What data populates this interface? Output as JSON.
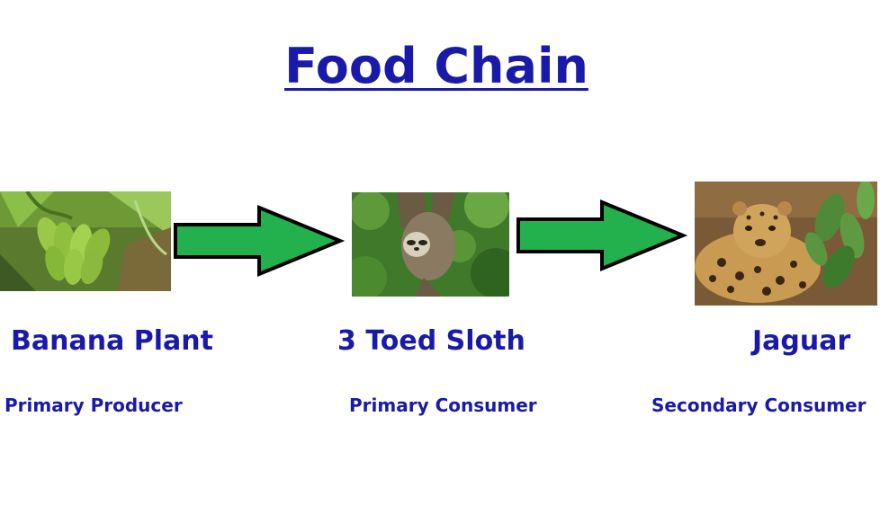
{
  "title": "Food Chain",
  "colors": {
    "text": "#1a1aaa",
    "arrow_fill": "#22b14c",
    "arrow_stroke": "#000000"
  },
  "nodes": [
    {
      "name": "Banana Plant",
      "role": "Primary Producer",
      "image": "banana-plant-photo"
    },
    {
      "name": "3 Toed Sloth",
      "role": "Primary Consumer",
      "image": "sloth-photo"
    },
    {
      "name": "Jaguar",
      "role": "Secondary Consumer",
      "image": "jaguar-photo"
    }
  ],
  "arrows": [
    {
      "from": "Banana Plant",
      "to": "3 Toed Sloth"
    },
    {
      "from": "3 Toed Sloth",
      "to": "Jaguar"
    }
  ]
}
